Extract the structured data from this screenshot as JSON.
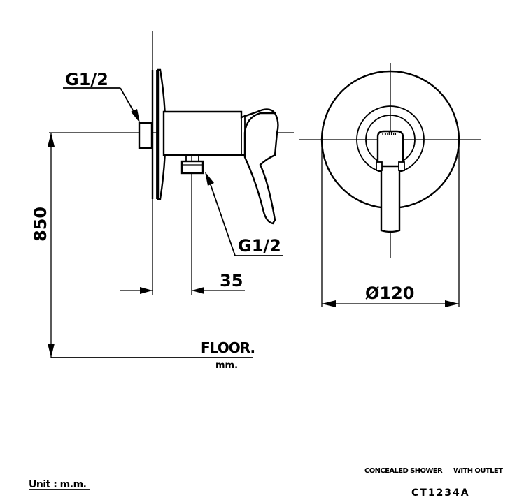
{
  "dimensions": {
    "inlet_thread": "G1/2",
    "outlet_thread": "G1/2",
    "height": "850",
    "outlet_offset": "35",
    "plate_diameter": "Ø120"
  },
  "labels": {
    "floor": "FLOOR.",
    "floor_unit": "mm.",
    "brand_mark": "cotto"
  },
  "footer": {
    "unit": "Unit : m.m.",
    "description_left": "CONCEALED SHOWER",
    "description_right": "WITH OUTLET",
    "model": "CT1234A"
  }
}
